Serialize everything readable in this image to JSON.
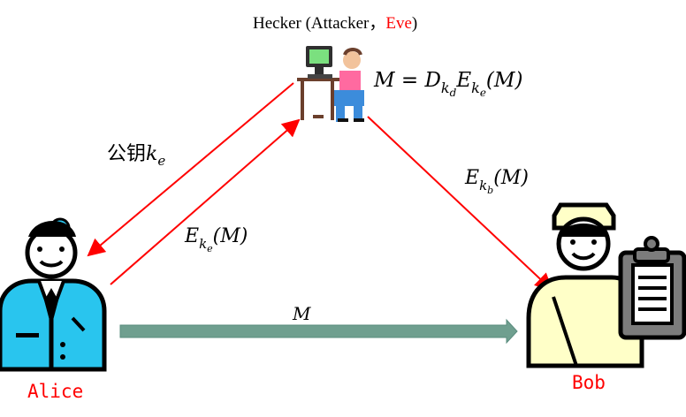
{
  "title": {
    "prefix": "Hecker (Attacker，",
    "eve": "Eve",
    "suffix": ")"
  },
  "labels": {
    "hacker_formula": "M = D",
    "public_key_prefix": "公钥",
    "public_key_var": "k",
    "public_key_sub": "e",
    "ekeM_main": "E",
    "ekeM_sub_k": "k",
    "ekeM_sub_e": "e",
    "ekeM_tail": "(M)",
    "ekbM_main": "E",
    "ekbM_sub_k": "k",
    "ekbM_sub_b": "b",
    "ekbM_tail": "(M)",
    "message": "M",
    "formula_m": "M",
    "formula_eq": " = ",
    "formula_d": "D",
    "formula_d_k": "k",
    "formula_d_d": "d",
    "formula_e": "E",
    "formula_e_k": "k",
    "formula_e_e": "e",
    "formula_tail": "(M)"
  },
  "actors": {
    "alice": "Alice",
    "bob": "Bob"
  },
  "colors": {
    "arrow_red": "#ff0000",
    "alice_blue": "#29c5ee",
    "bob_yellow": "#ffffc8",
    "message_arrow": "#6f9f8f",
    "message_arrow_border": "#5a8c7e",
    "black": "#000000",
    "eve_red": "#ff0000"
  },
  "icons": {
    "alice": "doctor-icon",
    "bob": "nurse-icon",
    "hacker": "hacker-icon",
    "clipboard": "clipboard-icon"
  }
}
